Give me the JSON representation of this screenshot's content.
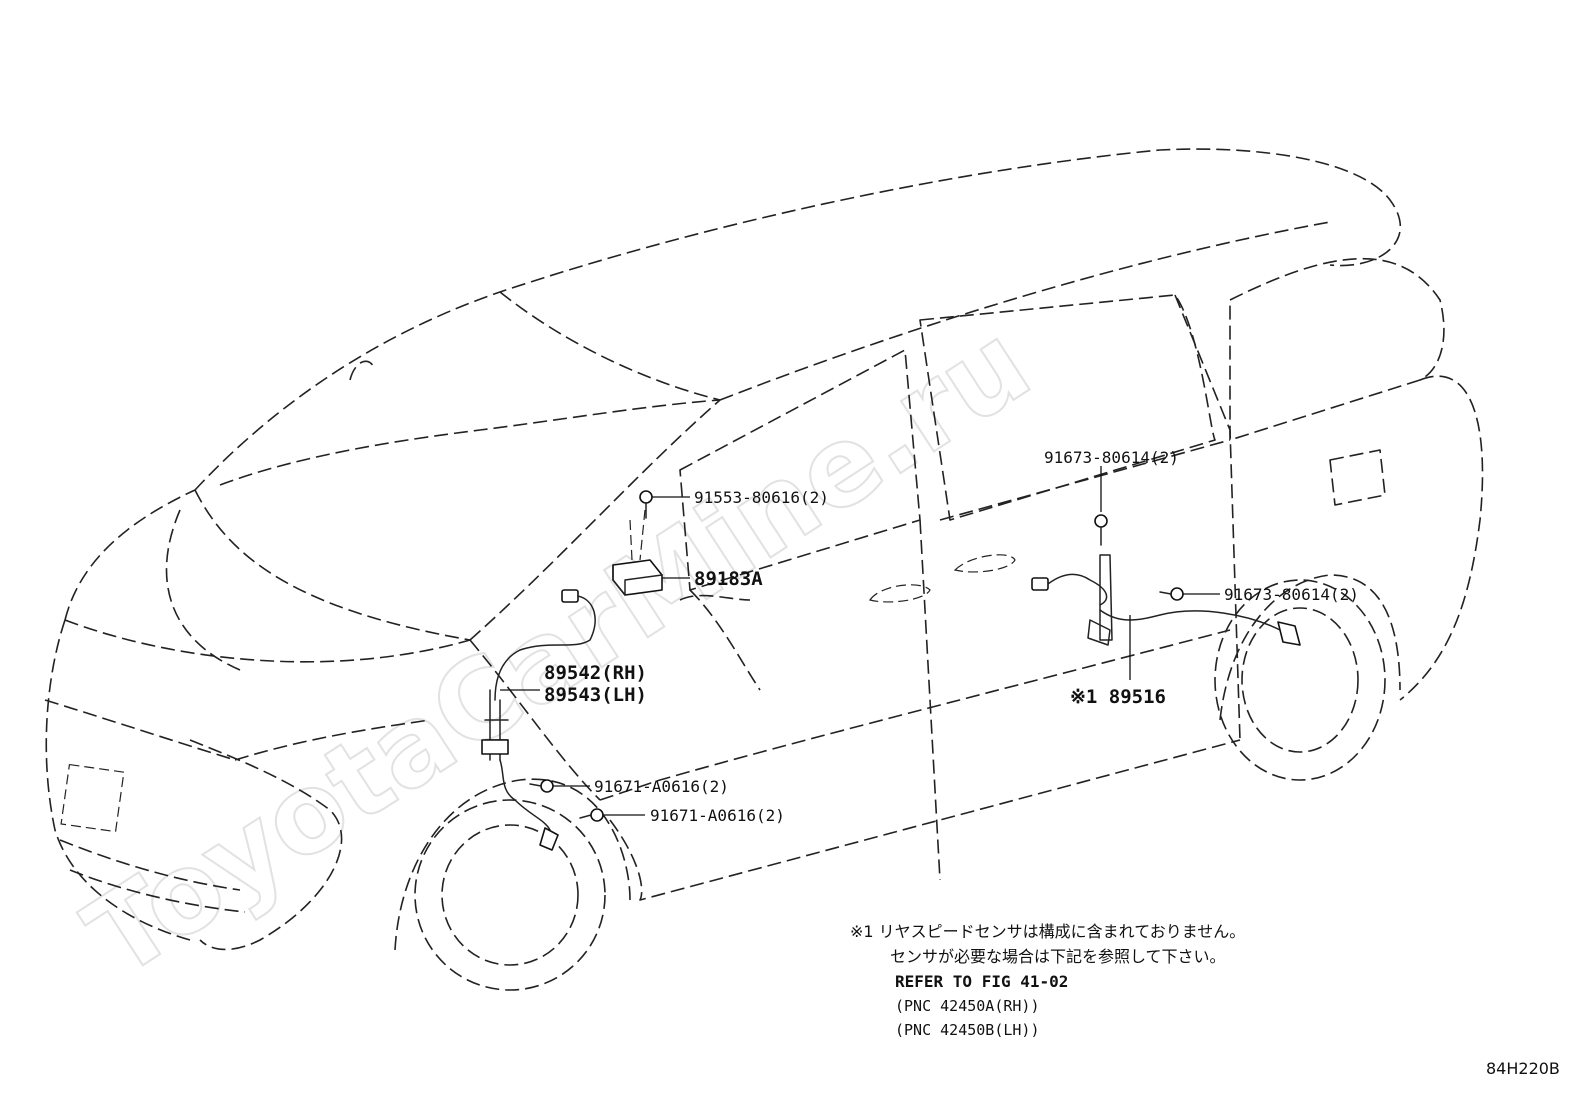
{
  "callouts": {
    "bolt_front_sensor": "91553-80616(2)",
    "airbag_sensor": "89183A",
    "front_abs_rh": "89542(RH)",
    "front_abs_lh": "89543(LH)",
    "bolt_front_wheel_1": "91671-A0616(2)",
    "bolt_front_wheel_2": "91671-A0616(2)",
    "bolt_rear_upper": "91673-80614(2)",
    "bolt_rear_lower": "91673-80614(2)",
    "rear_wire": "※1 89516"
  },
  "note": {
    "line1": "※1 リヤスピードセンサは構成に含まれておりません。",
    "line2": "センサが必要な場合は下記を参照して下さい。",
    "line3": "REFER TO FIG 41-02",
    "line4": "(PNC 42450A(RH))",
    "line5": "(PNC 42450B(LH))"
  },
  "figure_id": "84H220B",
  "watermark": "ToyotaCarMine.ru"
}
